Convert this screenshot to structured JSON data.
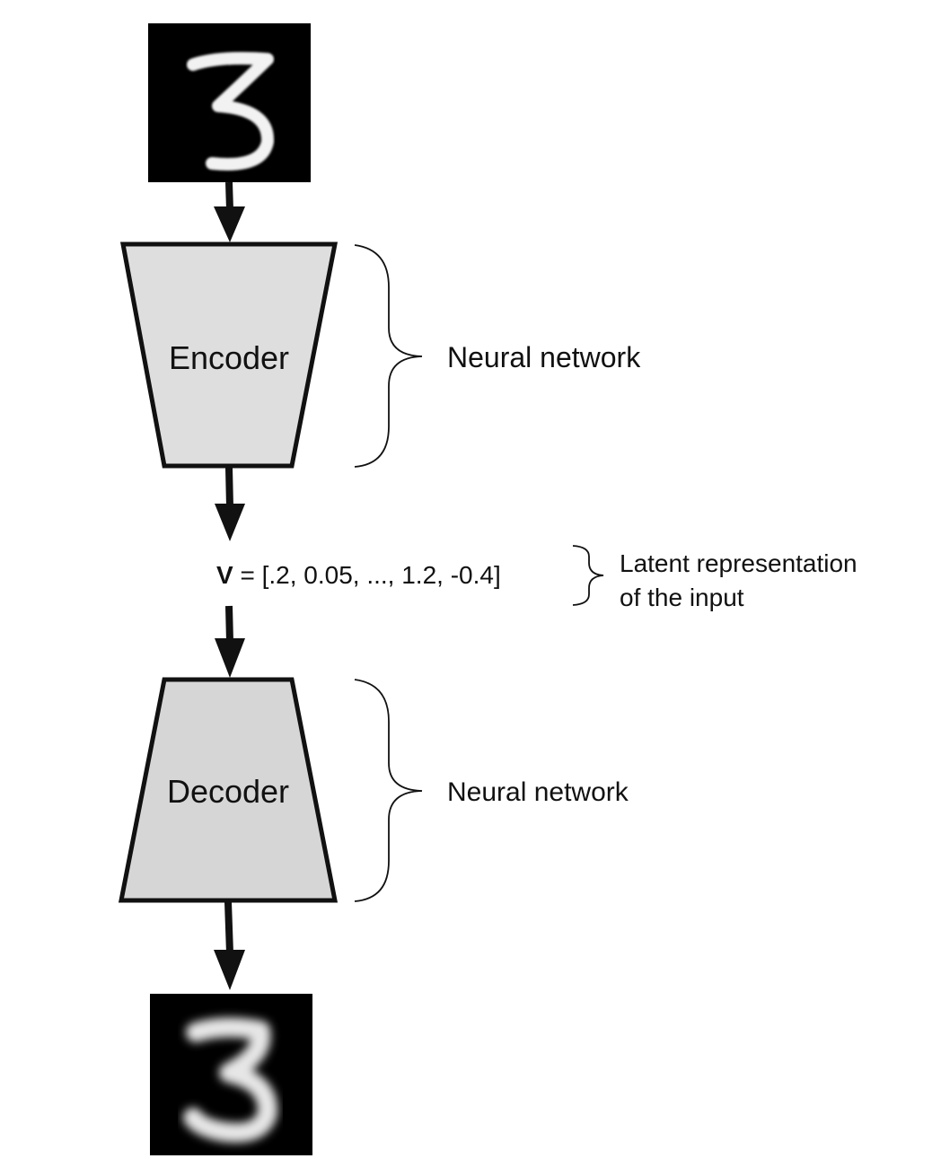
{
  "input_image": {
    "digit": "3",
    "style": "sharp handwritten white digit on black"
  },
  "encoder": {
    "label": "Encoder",
    "fill": "#dedede",
    "stroke": "#111111"
  },
  "encoder_annotation": {
    "label": "Neural network"
  },
  "latent": {
    "var_name": "V",
    "vector": " = [.2, 0.05, ..., 1.2, -0.4]",
    "annotation_line1": "Latent representation",
    "annotation_line2": "of the input"
  },
  "decoder": {
    "label": "Decoder",
    "fill": "#d6d6d6",
    "stroke": "#111111"
  },
  "decoder_annotation": {
    "label": "Neural network"
  },
  "output_image": {
    "digit": "3",
    "style": "blurry reconstructed white digit on black"
  },
  "colors": {
    "arrow": "#111111",
    "image_bg": "#000000",
    "digit": "#f2f2f2"
  },
  "icons": {
    "arrow": "down-arrow-icon",
    "brace": "right-curly-brace"
  }
}
